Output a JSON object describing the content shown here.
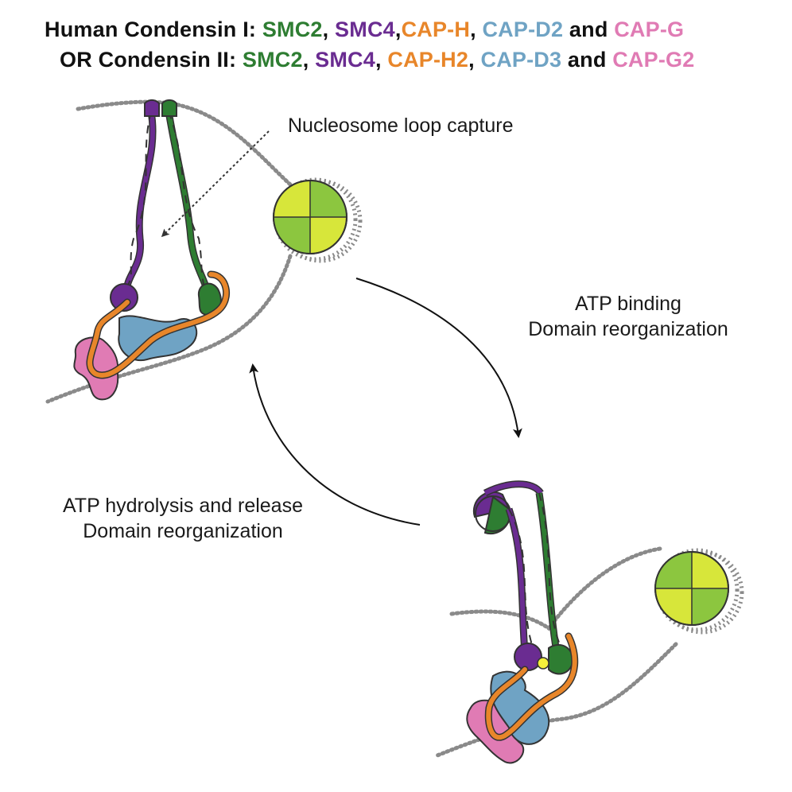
{
  "header": {
    "line1": {
      "prefix": "Human Condensin I: ",
      "smc2": "SMC2",
      "sep1": ", ",
      "smc4": "SMC4",
      "sep2": ",",
      "caph": "CAP-H",
      "sep3": ", ",
      "capd": "CAP-D2",
      "and": " and ",
      "capg": "CAP-G"
    },
    "line2": {
      "prefix": "OR Condensin II: ",
      "smc2": "SMC2",
      "sep1": ", ",
      "smc4": "SMC4",
      "sep2": ", ",
      "caph": "CAP-H2",
      "sep3": ", ",
      "capd": "CAP-D3",
      "and": " and ",
      "capg": "CAP-G2"
    }
  },
  "labels": {
    "capture": "Nucleosome loop capture",
    "binding_line1": "ATP binding",
    "binding_line2": "Domain reorganization",
    "hydrolysis_line1": "ATP hydrolysis and release",
    "hydrolysis_line2": "Domain reorganization"
  },
  "colors": {
    "smc2": "#2e7d32",
    "smc4": "#6a2c91",
    "caph": "#e8862a",
    "capd": "#6fa3c4",
    "capg": "#e07bb4",
    "nucleosome_dark": "#8cc63f",
    "nucleosome_light": "#d7e63a",
    "dna": "#8a8a8a",
    "atp": "#f4f03a"
  }
}
